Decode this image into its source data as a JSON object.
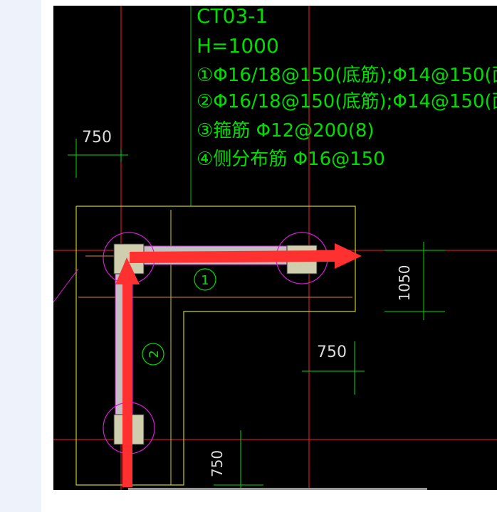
{
  "drawing": {
    "title": "CT03-1",
    "height_label": "H=1000",
    "notes": [
      "①Φ16/18@150(底筋);Φ14@150(面",
      "②Φ16/18@150(底筋);Φ14@150(面",
      "③箍筋 Φ12@200(8)",
      "④侧分布筋 Φ16@150"
    ],
    "markers": {
      "beam_1": "1",
      "beam_2": "2"
    },
    "dimensions": {
      "top_left_750": "750",
      "right_1050": "1050",
      "mid_right_750": "750",
      "bottom_750": "750"
    }
  },
  "colors": {
    "background": "#000000",
    "text_green": "#00dd00",
    "axis_red": "#ff2020",
    "outline_yellow": "#cccc22",
    "circle_magenta": "#d020d0",
    "beam_gray": "#c0c0c0",
    "arrow_red": "#ff3030"
  }
}
